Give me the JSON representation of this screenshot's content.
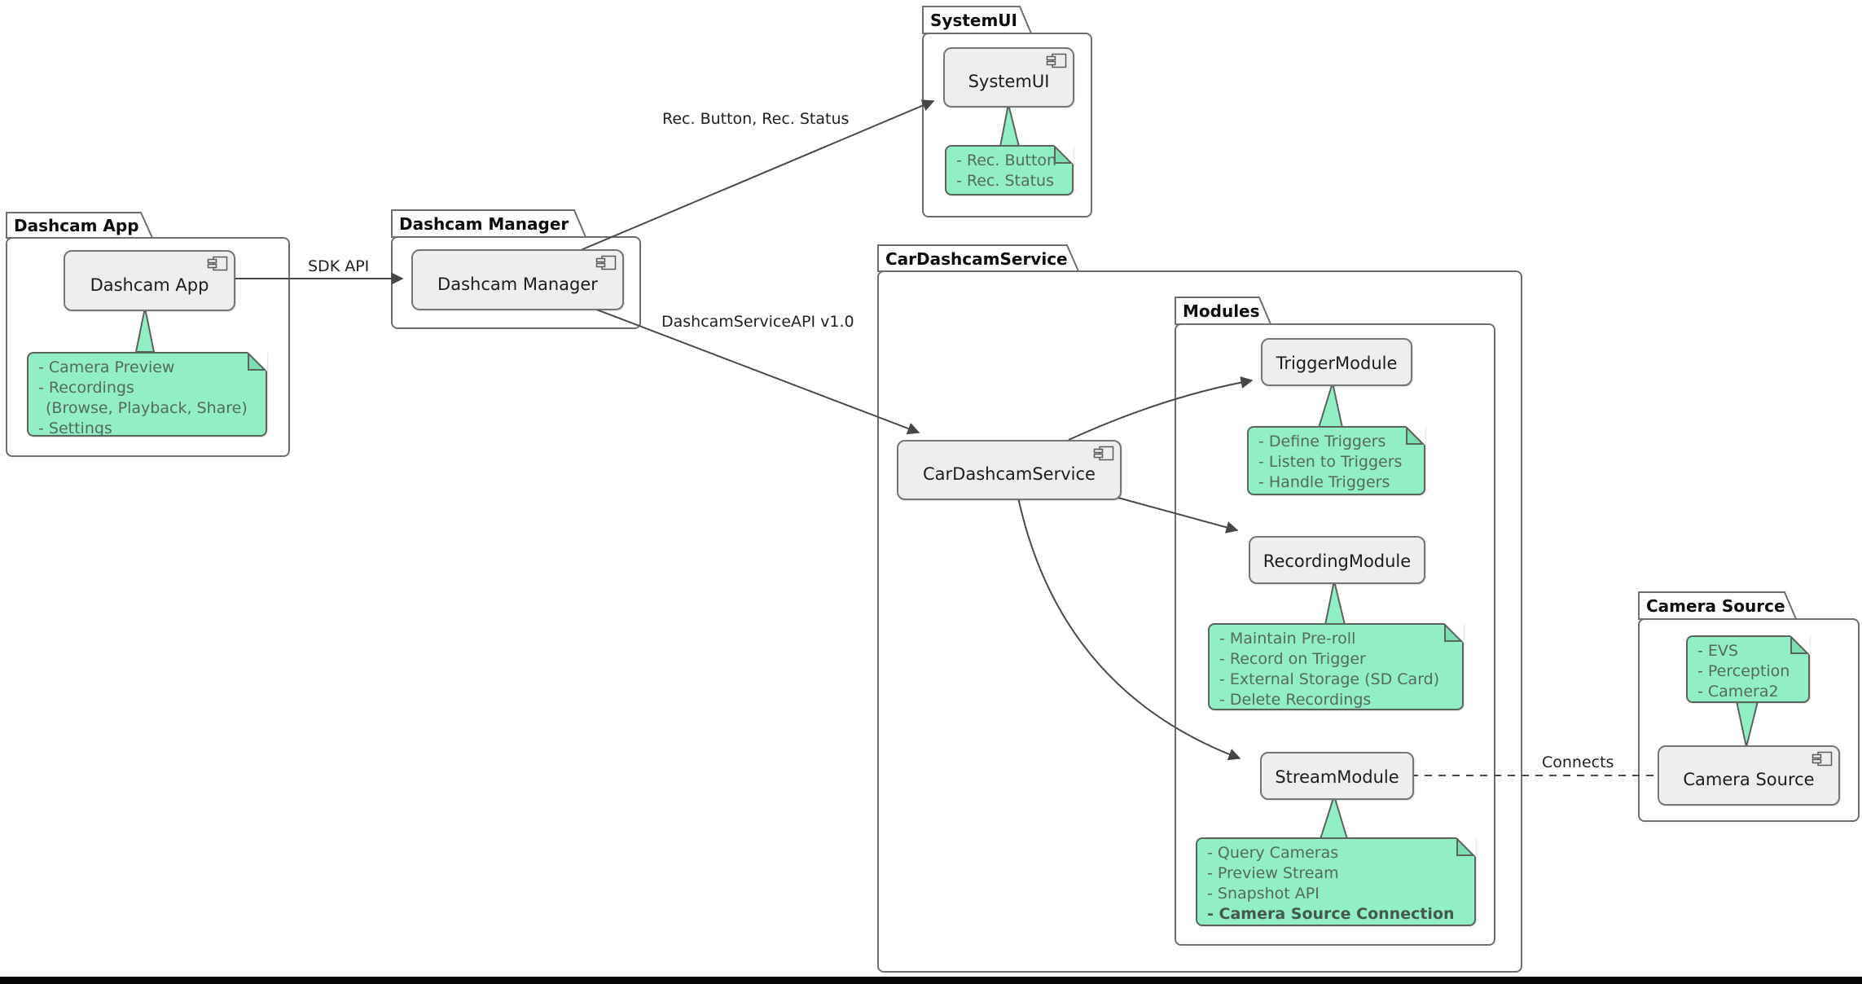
{
  "diagram_title": "Dashcam system component diagram",
  "colors": {
    "note_fill": "#92efc5",
    "note_border": "#5a645c",
    "note_text": "#556a5e",
    "component_fill": "#eeeeee",
    "component_border": "#767676",
    "edge": "#4a4a4a",
    "package_border": "#6e6e6e"
  },
  "packages": {
    "dashcam_app": {
      "label": "Dashcam App"
    },
    "dashcam_manager": {
      "label": "Dashcam Manager"
    },
    "systemui": {
      "label": "SystemUI"
    },
    "car_dashcam_service": {
      "label": "CarDashcamService"
    },
    "modules": {
      "label": "Modules"
    },
    "camera_source": {
      "label": "Camera Source"
    }
  },
  "components": {
    "dashcam_app": {
      "label": "Dashcam App"
    },
    "dashcam_manager": {
      "label": "Dashcam Manager"
    },
    "systemui": {
      "label": "SystemUI"
    },
    "car_dashcam_service": {
      "label": "CarDashcamService"
    },
    "trigger_module": {
      "label": "TriggerModule"
    },
    "recording_module": {
      "label": "RecordingModule"
    },
    "stream_module": {
      "label": "StreamModule"
    },
    "camera_source": {
      "label": "Camera Source"
    }
  },
  "notes": {
    "dashcam_app": {
      "lines": [
        "- Camera Preview",
        "- Recordings",
        "(Browse, Playback, Share)",
        "- Settings"
      ]
    },
    "systemui": {
      "lines": [
        "- Rec. Button",
        "- Rec. Status"
      ]
    },
    "trigger_module": {
      "lines": [
        "- Define Triggers",
        "- Listen to Triggers",
        "- Handle Triggers"
      ]
    },
    "recording_module": {
      "lines": [
        "- Maintain Pre-roll",
        "- Record on Trigger",
        "- External Storage (SD Card)",
        "- Delete Recordings"
      ]
    },
    "stream_module": {
      "lines": [
        "- Query Cameras",
        "- Preview Stream",
        "- Snapshot API"
      ],
      "bold_line": "- Camera Source Connection"
    },
    "camera_source": {
      "lines": [
        "- EVS",
        "- Perception",
        "- Camera2"
      ]
    }
  },
  "edge_labels": {
    "sdk_api": "SDK API",
    "rec_button_status": "Rec. Button, Rec. Status",
    "dashcam_service_api": "DashcamServiceAPI v1.0",
    "connects": "Connects"
  }
}
